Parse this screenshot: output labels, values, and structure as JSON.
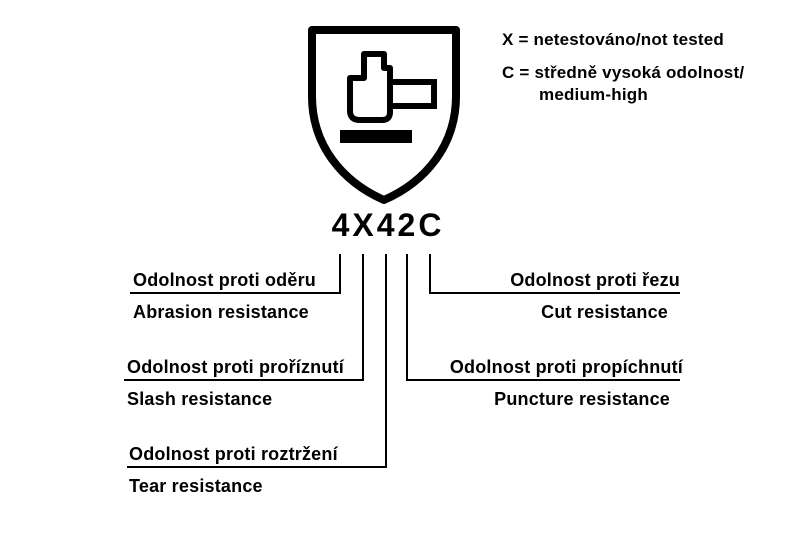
{
  "colors": {
    "ink": "#000000",
    "background": "#ffffff"
  },
  "pictogram": {
    "icon": "shield-hammer-icon",
    "code": "4X42C"
  },
  "legend": [
    "X = netestováno/not tested",
    "C = středně vysoká odolnost/",
    "medium-high"
  ],
  "ratings": [
    {
      "code_char": "4",
      "cs": "Odolnost proti oděru",
      "en": "Abrasion resistance",
      "side": "left"
    },
    {
      "code_char": "X",
      "cs": "Odolnost proti proříznutí",
      "en": "Slash resistance",
      "side": "left"
    },
    {
      "code_char": "4",
      "cs": "Odolnost proti roztržení",
      "en": "Tear resistance",
      "side": "left"
    },
    {
      "code_char": "2",
      "cs": "Odolnost proti propíchnutí",
      "en": "Puncture resistance",
      "side": "right"
    },
    {
      "code_char": "C",
      "cs": "Odolnost proti řezu",
      "en": "Cut resistance",
      "side": "right"
    }
  ]
}
